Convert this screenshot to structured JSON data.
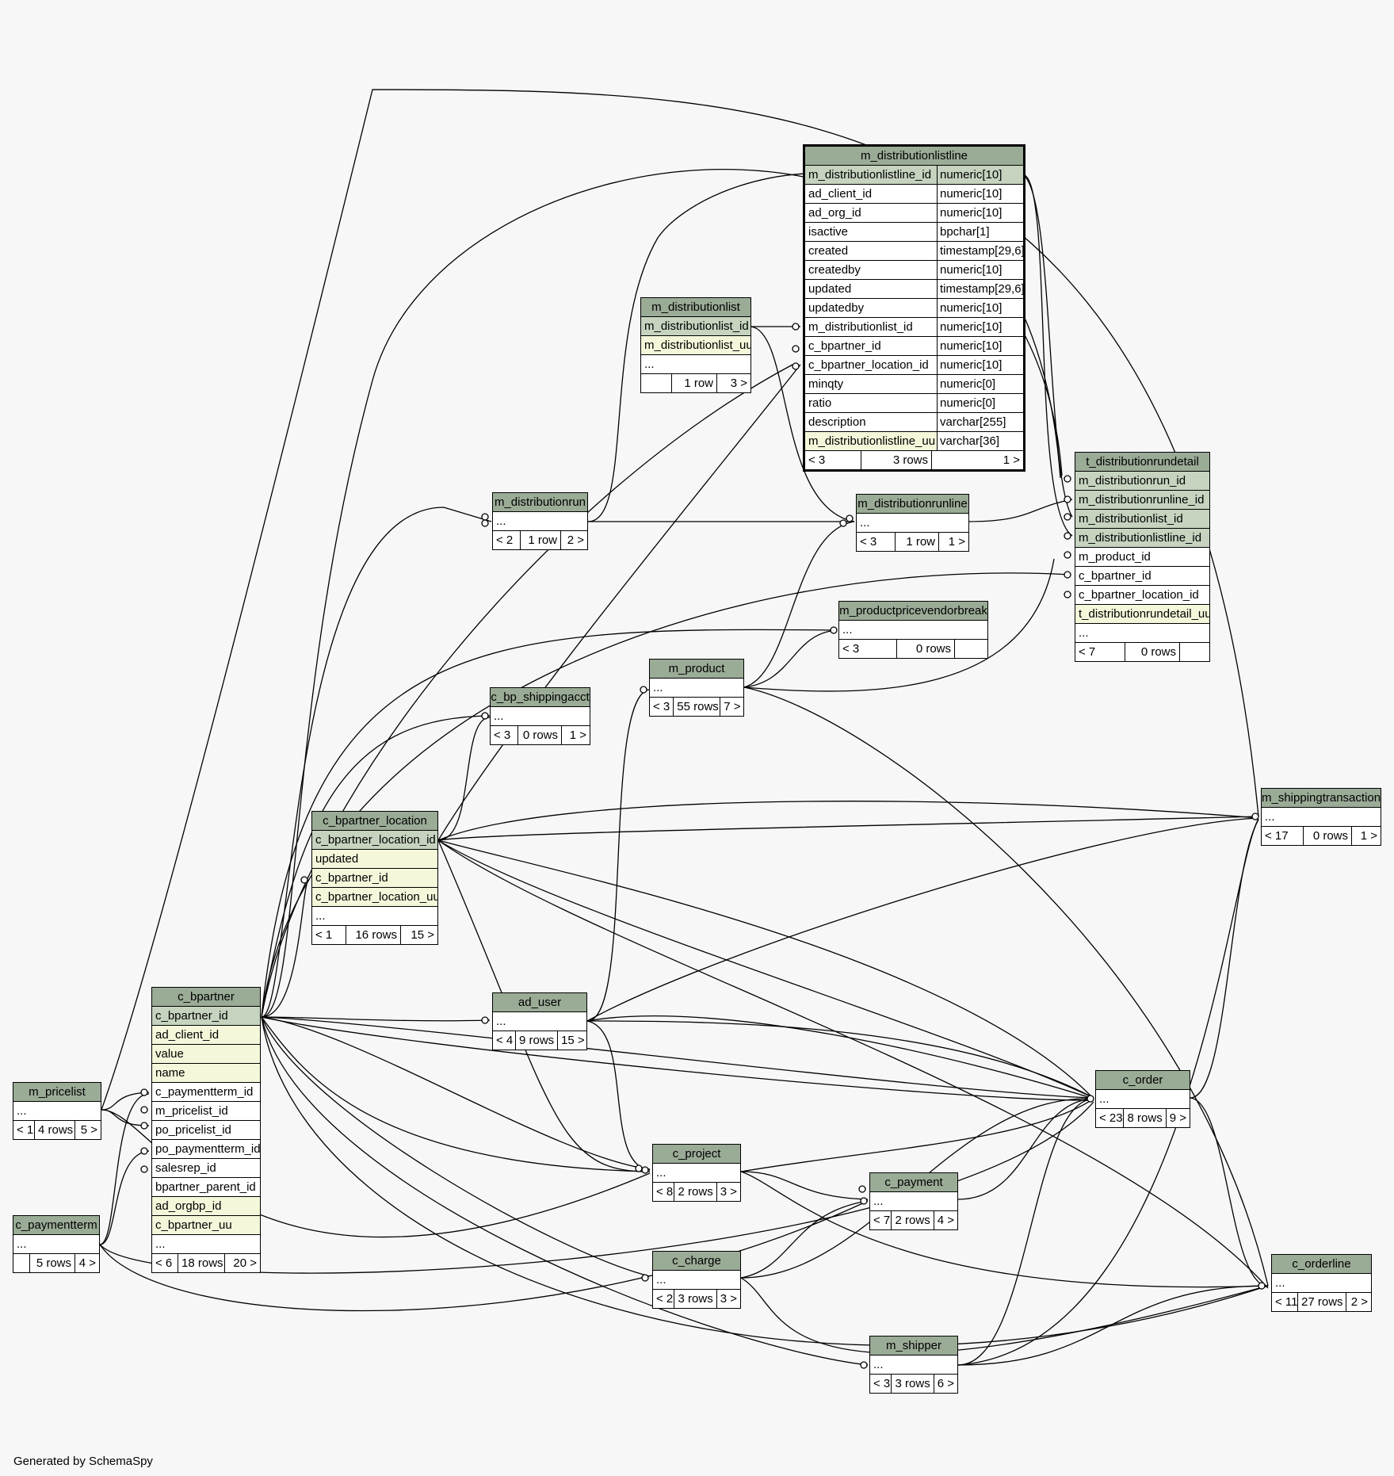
{
  "footer": "Generated by SchemaSpy",
  "colors": {
    "header": "#9aab96",
    "primary_key": "#c5d3bf",
    "indexed": "#f4f7da",
    "background": "#f7f7f7"
  },
  "tables": {
    "m_distributionlistline": {
      "name": "m_distributionlistline",
      "columns": [
        {
          "name": "m_distributionlistline_id",
          "type": "numeric[10]"
        },
        {
          "name": "ad_client_id",
          "type": "numeric[10]"
        },
        {
          "name": "ad_org_id",
          "type": "numeric[10]"
        },
        {
          "name": "isactive",
          "type": "bpchar[1]"
        },
        {
          "name": "created",
          "type": "timestamp[29,6]"
        },
        {
          "name": "createdby",
          "type": "numeric[10]"
        },
        {
          "name": "updated",
          "type": "timestamp[29,6]"
        },
        {
          "name": "updatedby",
          "type": "numeric[10]"
        },
        {
          "name": "m_distributionlist_id",
          "type": "numeric[10]"
        },
        {
          "name": "c_bpartner_id",
          "type": "numeric[10]"
        },
        {
          "name": "c_bpartner_location_id",
          "type": "numeric[10]"
        },
        {
          "name": "minqty",
          "type": "numeric[0]"
        },
        {
          "name": "ratio",
          "type": "numeric[0]"
        },
        {
          "name": "description",
          "type": "varchar[255]"
        },
        {
          "name": "m_distributionlistline_uu",
          "type": "varchar[36]"
        }
      ],
      "footer": {
        "parents": "< 3",
        "rows": "3 rows",
        "children": "1 >"
      }
    },
    "m_distributionlist": {
      "name": "m_distributionlist",
      "columns": [
        "m_distributionlist_id",
        "m_distributionlist_uu",
        "..."
      ],
      "footer": {
        "parents": "",
        "rows": "1 row",
        "children": "3 >"
      }
    },
    "t_distributionrundetail": {
      "name": "t_distributionrundetail",
      "columns": [
        "m_distributionrun_id",
        "m_distributionrunline_id",
        "m_distributionlist_id",
        "m_distributionlistline_id",
        "m_product_id",
        "c_bpartner_id",
        "c_bpartner_location_id",
        "t_distributionrundetail_uu",
        "..."
      ],
      "footer": {
        "parents": "< 7",
        "rows": "0 rows",
        "children": ""
      }
    },
    "m_distributionrun": {
      "name": "m_distributionrun",
      "columns": [
        "..."
      ],
      "footer": {
        "parents": "< 2",
        "rows": "1 row",
        "children": "2 >"
      }
    },
    "m_distributionrunline": {
      "name": "m_distributionrunline",
      "columns": [
        "..."
      ],
      "footer": {
        "parents": "< 3",
        "rows": "1 row",
        "children": "1 >"
      }
    },
    "m_productpricevendorbreak": {
      "name": "m_productpricevendorbreak",
      "columns": [
        "..."
      ],
      "footer": {
        "parents": "< 3",
        "rows": "0 rows",
        "children": ""
      }
    },
    "m_product": {
      "name": "m_product",
      "columns": [
        "..."
      ],
      "footer": {
        "parents": "< 3",
        "rows": "55 rows",
        "children": "7 >"
      }
    },
    "c_bp_shippingacct": {
      "name": "c_bp_shippingacct",
      "columns": [
        "..."
      ],
      "footer": {
        "parents": "< 3",
        "rows": "0 rows",
        "children": "1 >"
      }
    },
    "c_bpartner_location": {
      "name": "c_bpartner_location",
      "columns": [
        "c_bpartner_location_id",
        "updated",
        "c_bpartner_id",
        "c_bpartner_location_uu",
        "..."
      ],
      "footer": {
        "parents": "< 1",
        "rows": "16 rows",
        "children": "15 >"
      }
    },
    "m_shippingtransaction": {
      "name": "m_shippingtransaction",
      "columns": [
        "..."
      ],
      "footer": {
        "parents": "< 17",
        "rows": "0 rows",
        "children": "1 >"
      }
    },
    "ad_user": {
      "name": "ad_user",
      "columns": [
        "..."
      ],
      "footer": {
        "parents": "< 4",
        "rows": "9 rows",
        "children": "15 >"
      }
    },
    "c_bpartner": {
      "name": "c_bpartner",
      "columns": [
        "c_bpartner_id",
        "ad_client_id",
        "value",
        "name",
        "c_paymentterm_id",
        "m_pricelist_id",
        "po_pricelist_id",
        "po_paymentterm_id",
        "salesrep_id",
        "bpartner_parent_id",
        "ad_orgbp_id",
        "c_bpartner_uu",
        "..."
      ],
      "footer": {
        "parents": "< 6",
        "rows": "18 rows",
        "children": "20 >"
      }
    },
    "c_order": {
      "name": "c_order",
      "columns": [
        "..."
      ],
      "footer": {
        "parents": "< 23",
        "rows": "8 rows",
        "children": "9 >"
      }
    },
    "m_pricelist": {
      "name": "m_pricelist",
      "columns": [
        "..."
      ],
      "footer": {
        "parents": "< 1",
        "rows": "4 rows",
        "children": "5 >"
      }
    },
    "c_project": {
      "name": "c_project",
      "columns": [
        "..."
      ],
      "footer": {
        "parents": "< 8",
        "rows": "2 rows",
        "children": "3 >"
      }
    },
    "c_payment": {
      "name": "c_payment",
      "columns": [
        "..."
      ],
      "footer": {
        "parents": "< 7",
        "rows": "2 rows",
        "children": "4 >"
      }
    },
    "c_paymentterm": {
      "name": "c_paymentterm",
      "columns": [
        "..."
      ],
      "footer": {
        "parents": "",
        "rows": "5 rows",
        "children": "4 >"
      }
    },
    "c_charge": {
      "name": "c_charge",
      "columns": [
        "..."
      ],
      "footer": {
        "parents": "< 2",
        "rows": "3 rows",
        "children": "3 >"
      }
    },
    "c_orderline": {
      "name": "c_orderline",
      "columns": [
        "..."
      ],
      "footer": {
        "parents": "< 11",
        "rows": "27 rows",
        "children": "2 >"
      }
    },
    "m_shipper": {
      "name": "m_shipper",
      "columns": [
        "..."
      ],
      "footer": {
        "parents": "< 3",
        "rows": "3 rows",
        "children": "6 >"
      }
    }
  }
}
